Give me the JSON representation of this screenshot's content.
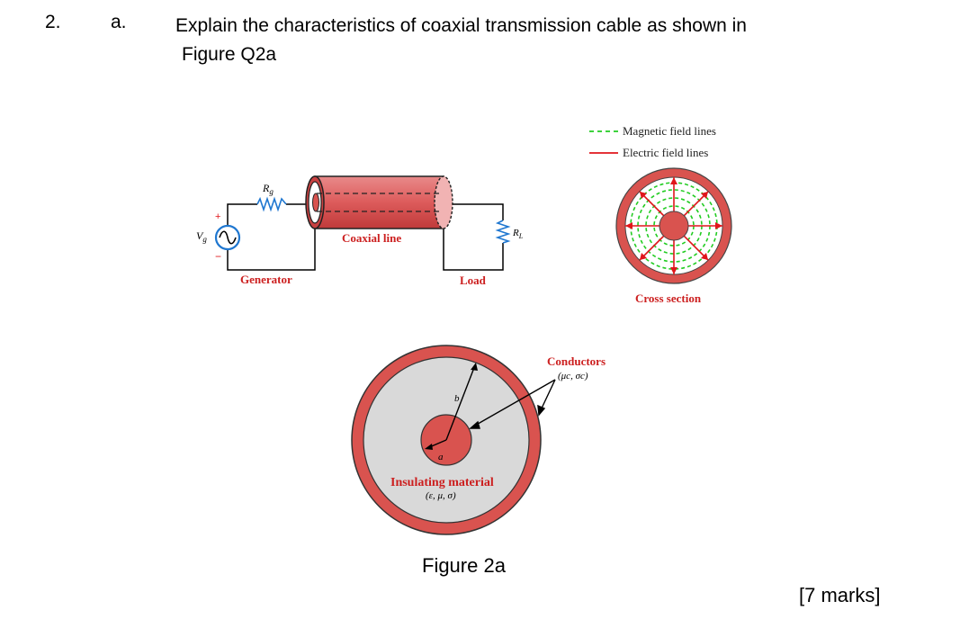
{
  "question": {
    "number": "2.",
    "part": "a.",
    "text_line1": "Explain the characteristics of coaxial transmission cable as shown in",
    "text_line2": "Figure Q2a"
  },
  "figure": {
    "generator_label": "Generator",
    "coax_label": "Coaxial line",
    "load_label": "Load",
    "vg_label": "V",
    "vg_sub": "g",
    "rg_label": "R",
    "rg_sub": "g",
    "rl_label": "R",
    "rl_sub": "L",
    "plus": "+",
    "minus": "−",
    "legend_magnetic": "Magnetic field lines",
    "legend_electric": "Electric field lines",
    "cross_section_label": "Cross section",
    "conductors_label": "Conductors",
    "conductors_params": "(μc, σc)",
    "insulating_label": "Insulating material",
    "insulating_params": "(ε, μ, σ)",
    "inner_radius": "a",
    "outer_radius": "b",
    "colors": {
      "conductor": "#d9534f",
      "conductor_dark": "#b52025",
      "dielectric": "#d9d9d9",
      "magnetic": "#22cc22",
      "electric": "#e0161b",
      "wire": "#000000",
      "source": "#1f77d0"
    }
  },
  "caption": "Figure 2a",
  "marks": "[7 marks]"
}
